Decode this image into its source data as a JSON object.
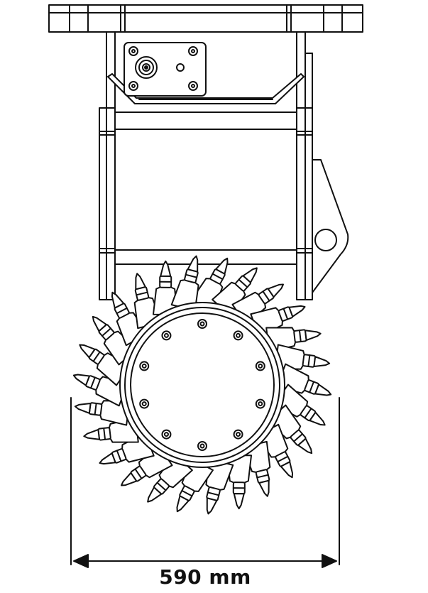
{
  "dimension": {
    "width_label": "590 mm"
  },
  "colors": {
    "line": "#111111",
    "fill": "#ffffff"
  },
  "drum": {
    "bolt_count": 10,
    "pick_count": 26
  }
}
